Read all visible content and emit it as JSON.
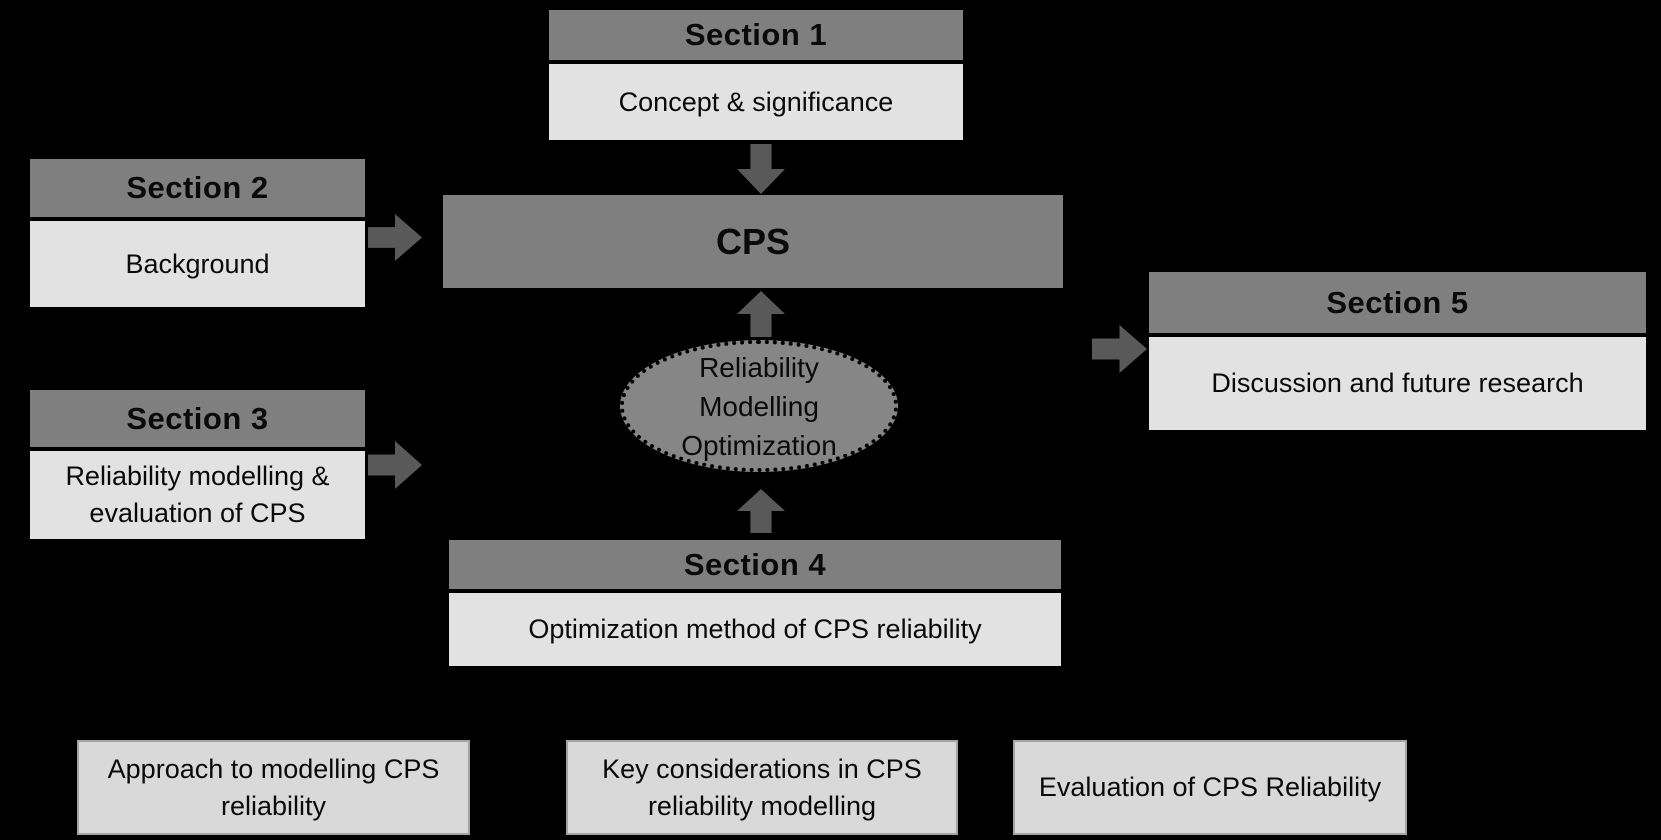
{
  "diagram": {
    "title_hint": "Paper structure overview diagram",
    "colors": {
      "background": "#000000",
      "section_header_fill": "#7f7f7f",
      "section_body_fill": "#e2e2e2",
      "cps_fill": "#7f7f7f",
      "ellipse_fill": "#868686",
      "arrow_fill": "#595959",
      "bottom_box_fill": "#d9d9d9",
      "text": "#0a0a0a",
      "border": "#000000"
    },
    "sections": [
      {
        "title": "Section 1",
        "body": "Concept & significance"
      },
      {
        "title": "Section 2",
        "body": "Background"
      },
      {
        "title": "Section 3",
        "body": "Reliability modelling & evaluation of CPS"
      },
      {
        "title": "Section 4",
        "body": "Optimization method of CPS reliability"
      },
      {
        "title": "Section 5",
        "body": "Discussion and future research"
      }
    ],
    "center": {
      "cps_label": "CPS",
      "ellipse_lines": [
        "Reliability",
        "Modelling",
        "Optimization"
      ]
    },
    "bottom_boxes": [
      {
        "label": "Approach to modelling CPS reliability"
      },
      {
        "label": "Key considerations in CPS reliability modelling"
      },
      {
        "label": "Evaluation of CPS Reliability"
      }
    ],
    "arrows": [
      "section1-to-cps-down",
      "section2-to-cps-right",
      "section3-to-ellipse-right",
      "ellipse-to-cps-up",
      "section4-to-ellipse-up",
      "cps-to-section5-right"
    ]
  }
}
